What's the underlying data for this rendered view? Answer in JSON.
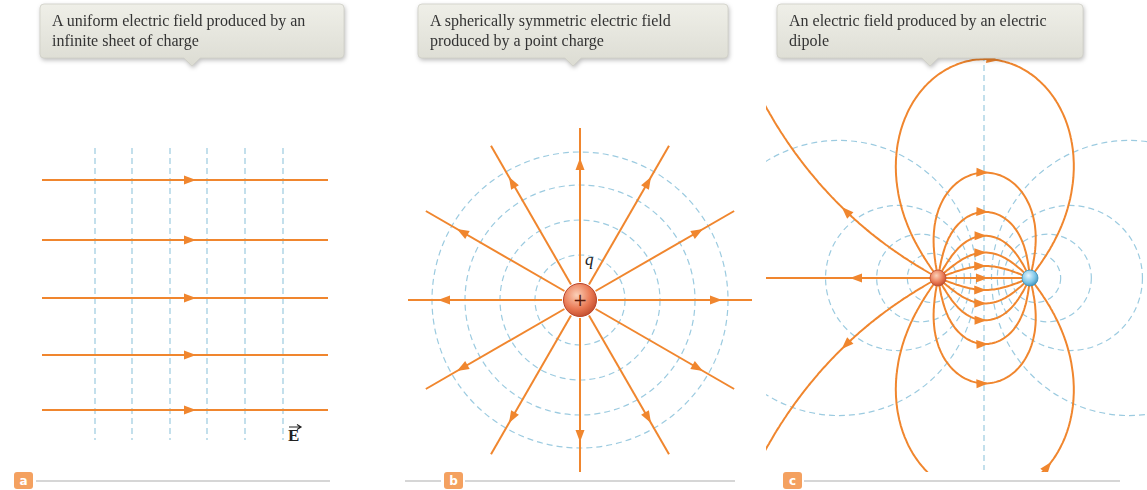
{
  "diagram": {
    "nodes": [
      {
        "text": [
          "A uniform electric field produced by an infinite sheet of charge"
        ]
      },
      {
        "text": [
          "A spherically symmetric electric field produced by a point charge"
        ]
      },
      {
        "text": [
          "An electric field produced by an electric dipole"
        ]
      },
      {
        "text": [
          "+"
        ]
      },
      {
        "text": [
          "a"
        ]
      },
      {
        "text": [
          "b"
        ]
      },
      {
        "text": [
          "c"
        ]
      }
    ],
    "labels": [
      "E",
      "q"
    ]
  }
}
